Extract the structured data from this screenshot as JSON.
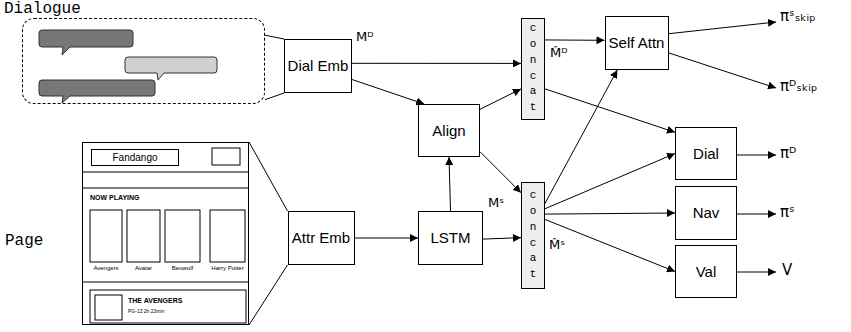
{
  "diagram": {
    "nodes": [
      {
        "text": [
          "Dialogue"
        ]
      },
      {
        "text": [
          "Page"
        ]
      },
      {
        "text": [
          "Fandango"
        ],
        "in": 1
      },
      {
        "text": [
          "Dial Emb"
        ]
      },
      {
        "text": [
          "Attr Emb"
        ]
      },
      {
        "text": [
          "LSTM"
        ]
      },
      {
        "text": [
          "Align"
        ]
      },
      {
        "text": [
          "concat"
        ]
      },
      {
        "text": [
          "concat"
        ]
      },
      {
        "text": [
          "Self Attn"
        ]
      },
      {
        "text": [
          "Dial"
        ]
      },
      {
        "text": [
          "Nav"
        ]
      },
      {
        "text": [
          "Val"
        ]
      }
    ],
    "edges": [
      {
        "from": 0,
        "to": 3,
        "arrow": "none"
      },
      {
        "from": 0,
        "to": 3,
        "arrow": "none"
      },
      {
        "from": 1,
        "to": 4,
        "arrow": "none"
      },
      {
        "from": 1,
        "to": 4,
        "arrow": "none"
      },
      {
        "from": 3,
        "to": 7,
        "arrow": "to"
      },
      {
        "from": 3,
        "to": 6,
        "arrow": "to"
      },
      {
        "from": 4,
        "to": 5,
        "arrow": "to"
      },
      {
        "from": 5,
        "to": 6,
        "arrow": "to"
      },
      {
        "from": 6,
        "to": 7,
        "arrow": "to"
      },
      {
        "from": 6,
        "to": 8,
        "arrow": "to"
      },
      {
        "from": 5,
        "to": 8,
        "arrow": "to"
      },
      {
        "from": 7,
        "to": 9,
        "arrow": "to"
      },
      {
        "from": 7,
        "to": 10,
        "arrow": "to"
      },
      {
        "from": 8,
        "to": 9,
        "arrow": "to"
      },
      {
        "from": 8,
        "to": 10,
        "arrow": "to"
      },
      {
        "from": 8,
        "to": 11,
        "arrow": "to"
      },
      {
        "from": 8,
        "to": 12,
        "arrow": "to"
      }
    ],
    "labels": [
      "Mᴰ",
      "Mˢ",
      "M̂ᴰ",
      "M̂ˢ",
      "πˢₛₖᵢₚ",
      "πᴰₛₖᵢₚ",
      "πᴰ",
      "πˢ",
      "V",
      "NOW PLAYING",
      "Avengers",
      "Avatar",
      "Beowulf",
      "Harry Potter",
      "THE AVENGERS",
      "PG-13 2h 23min"
    ]
  }
}
